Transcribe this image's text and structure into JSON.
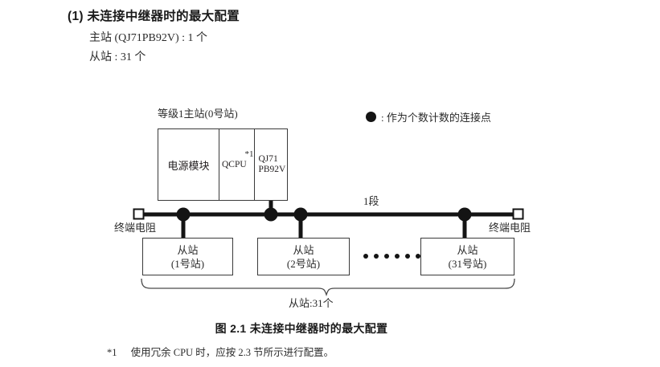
{
  "heading": {
    "number": "(1)",
    "title": "未连接中继器时的最大配置",
    "lines": [
      "主站 (QJ71PB92V) : 1 个",
      "从站 : 31 个"
    ]
  },
  "legend": {
    "marker": "filled-circle",
    "text": ": 作为个数计数的连接点"
  },
  "diagram": {
    "rack": {
      "title": "等级1主站(0号站)",
      "cells": [
        {
          "label": "电源模块",
          "name": "power-supply-module"
        },
        {
          "label": "QCPU",
          "name": "qcpu-module",
          "note": "*1"
        },
        {
          "label": "QJ71\nPB92V",
          "name": "master-module"
        }
      ]
    },
    "bus": {
      "segment_label": "1段",
      "terminator_left": "终端电阻",
      "terminator_right": "终端电阻",
      "connection_points": 4
    },
    "slaves": [
      {
        "title": "从站",
        "station": "(1号站)"
      },
      {
        "title": "从站",
        "station": "(2号站)"
      },
      {
        "title": "从站",
        "station": "(31号站)"
      }
    ],
    "ellipsis_count": 6,
    "bracket_label": "从站:31个"
  },
  "caption": "图 2.1  未连接中继器时的最大配置",
  "footnote": {
    "marker": "*1",
    "text": "使用冗余 CPU 时，应按 2.3 节所示进行配置。"
  }
}
